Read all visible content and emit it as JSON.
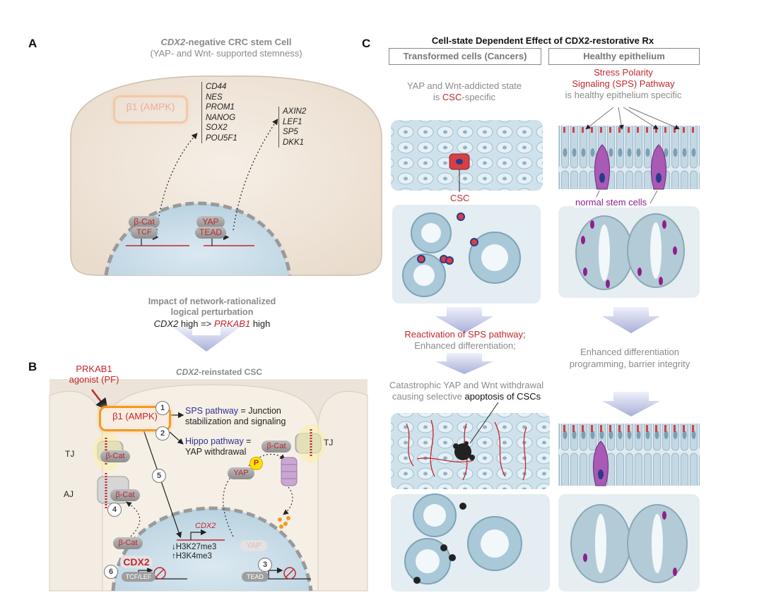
{
  "panel_a": {
    "letter": "A",
    "title_gene": "CDX2",
    "title_rest": "-negative CRC stem Cell",
    "subtitle": "(YAP- and Wnt- supported stemness)",
    "ampk_label": "β1 (AMPK)",
    "genes_left": [
      "CD44",
      "NES",
      "PROM1",
      "NANOG",
      "SOX2",
      "POU5F1"
    ],
    "genes_right": [
      "AXIN2",
      "LEF1",
      "SP5",
      "DKK1"
    ],
    "bcat": "β-Cat",
    "tcf": "TCF",
    "yap": "YAP",
    "tead": "TEAD"
  },
  "impact": {
    "line1": "Impact of network-rationalized",
    "line2": "logical perturbation",
    "gene1": "CDX2",
    "mid": " high => ",
    "gene2": "PRKAB1",
    "end": " high"
  },
  "panel_b": {
    "letter": "B",
    "agonist_line1": "PRKAB1",
    "agonist_line2": "agonist (PF)",
    "title_gene": "CDX2",
    "title_rest": "-reinstated CSC",
    "ampk_label": "β1 (AMPK)",
    "step1_pathway": "SPS pathway",
    "step1_rest": " = Junction",
    "step1_line2": "stabilization and signaling",
    "step2_pathway": "Hippo pathway",
    "step2_rest": " =",
    "step2_line2": "YAP withdrawal",
    "tj": "TJ",
    "aj": "AJ",
    "bcat": "β-Cat",
    "yap": "YAP",
    "p": "P",
    "cdx2_gene": "CDX2",
    "cdx2_protein": "CDX2",
    "h3k27": "↓H3K27me3",
    "h3k4": "↑H3K4me3",
    "tcf_lef": "TCF/LEF",
    "tead": "TEAD",
    "numbers": [
      "1",
      "2",
      "3",
      "4",
      "5",
      "6"
    ]
  },
  "panel_c": {
    "letter": "C",
    "title": "Cell-state Dependent Effect of CDX2-restorative Rx",
    "col1_header": "Transformed cells (Cancers)",
    "col2_header": "Healthy epithelium",
    "col1_desc_line1": "YAP and Wnt-addicted state",
    "col1_desc_is": "is ",
    "col1_desc_csc": "CSC",
    "col1_desc_end": "-specific",
    "col2_desc_line1": "Stress Polarity",
    "col2_desc_line2": "Signaling (SPS) Pathway",
    "col2_desc_line3": "is healthy epithelium specific",
    "csc_label": "CSC",
    "stem_label": "normal stem cells",
    "col1_result_line1": "Reactivation of SPS pathway;",
    "col1_result_line2": "Enhanced differentiation;",
    "col2_result_line1": "Enhanced differentiation",
    "col2_result_line2": "programming, barrier integrity",
    "col1_final_line1": "Catastrophic YAP and Wnt withdrawal",
    "col1_final_line2a": "causing selective ",
    "col1_final_line2b": "apoptosis of CSCs"
  },
  "colors": {
    "red": "#c1272d",
    "blue": "#2e3192",
    "purple": "#8e1f8e",
    "cell_beige": "#f1e7dc",
    "nucleus_blue": "#cfe0ea",
    "tissue_blue": "#bcd6e4"
  }
}
